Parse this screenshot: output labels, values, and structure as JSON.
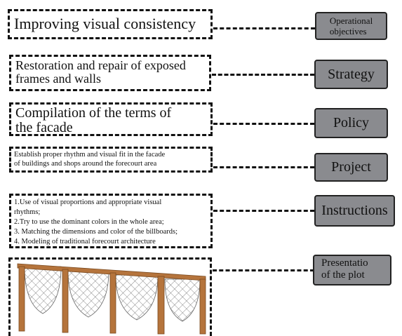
{
  "rows": [
    {
      "left_text": "Improving visual consistency",
      "right_text": "Operational\nobjectives"
    },
    {
      "left_text": "Restoration and repair of exposed\nframes and walls",
      "right_text": "Strategy"
    },
    {
      "left_text": "Compilation of the terms of\nthe facade",
      "right_text": "Policy"
    },
    {
      "left_text": "Establish proper rhythm and visual fit in the facade\nof buildings and shops around the forecourt area",
      "right_text": "Project"
    },
    {
      "left_text": "1.Use of visual proportions and appropriate visual\nrhythms;\n2.Try to use the dominant colors in the whole area;\n3. Matching the dimensions and color of the billboards;\n4. Modeling of traditional forecourt architecture",
      "right_text": "Instructions"
    },
    {
      "right_text": "Presentatio\nof the plot"
    }
  ],
  "colors": {
    "label_box_fill": "#8a8b8f",
    "border": "#111111",
    "frame_wood": "#b5743c",
    "frame_lattice": "#4a4a4a"
  }
}
